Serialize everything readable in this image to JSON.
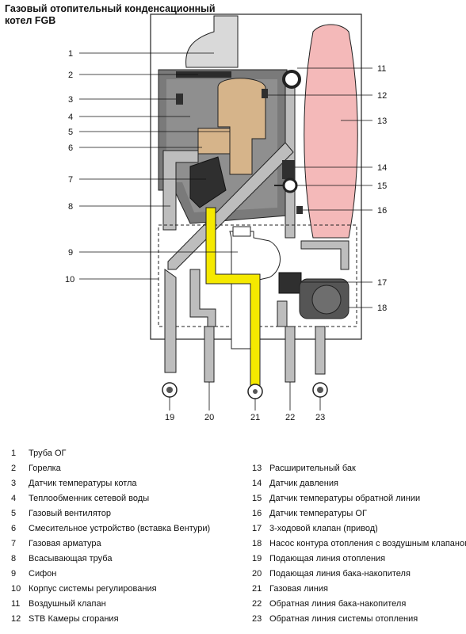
{
  "title": {
    "line1": "Газовый отопительный конденсационный",
    "line2": "котел FGB"
  },
  "callouts": {
    "c1": "1",
    "c2": "2",
    "c3": "3",
    "c4": "4",
    "c5": "5",
    "c6": "6",
    "c7": "7",
    "c8": "8",
    "c9": "9",
    "c10": "10",
    "c11": "11",
    "c12": "12",
    "c13": "13",
    "c14": "14",
    "c15": "15",
    "c16": "16",
    "c17": "17",
    "c18": "18",
    "c19": "19",
    "c20": "20",
    "c21": "21",
    "c22": "22",
    "c23": "23"
  },
  "colors": {
    "housing_gray": "#7a7a7a",
    "pipe_gray": "#a9a9a9",
    "tan_component": "#d6b48a",
    "tank_pink": "#f4b9b9",
    "gas_yellow": "#f5e900",
    "dark_part": "#3a3a3a"
  },
  "legend": [
    {
      "num": "1",
      "text": "Труба ОГ"
    },
    {
      "num": "2",
      "text": "Горелка"
    },
    {
      "num": "3",
      "text": "Датчик температуры котла"
    },
    {
      "num": "4",
      "text": "Теплообменник сетевой воды"
    },
    {
      "num": "5",
      "text": "Газовый вентилятор"
    },
    {
      "num": "6",
      "text": "Смесительное устройство (вставка Вентури)"
    },
    {
      "num": "7",
      "text": "Газовая арматура"
    },
    {
      "num": "8",
      "text": "Всасывающая труба"
    },
    {
      "num": "9",
      "text": "Сифон"
    },
    {
      "num": "10",
      "text": "Корпус системы регулирования"
    },
    {
      "num": "11",
      "text": "Воздушный клапан"
    },
    {
      "num": "12",
      "text": "STB Камеры сгорания"
    },
    {
      "num": "13",
      "text": "Расширительный бак"
    },
    {
      "num": "14",
      "text": "Датчик давления"
    },
    {
      "num": "15",
      "text": "Датчик температуры обратной линии"
    },
    {
      "num": "16",
      "text": "Датчик температуры ОГ"
    },
    {
      "num": "17",
      "text": "3-ходовой клапан (привод)"
    },
    {
      "num": "18",
      "text": "Насос контура отопления с воздушным клапаном"
    },
    {
      "num": "19",
      "text": "Подающая линия отопления"
    },
    {
      "num": "20",
      "text": "Подающая линия бака-накопителя"
    },
    {
      "num": "21",
      "text": "Газовая линия"
    },
    {
      "num": "22",
      "text": "Обратная линия бака-накопителя"
    },
    {
      "num": "23",
      "text": "Обратная линия системы отопления"
    }
  ]
}
